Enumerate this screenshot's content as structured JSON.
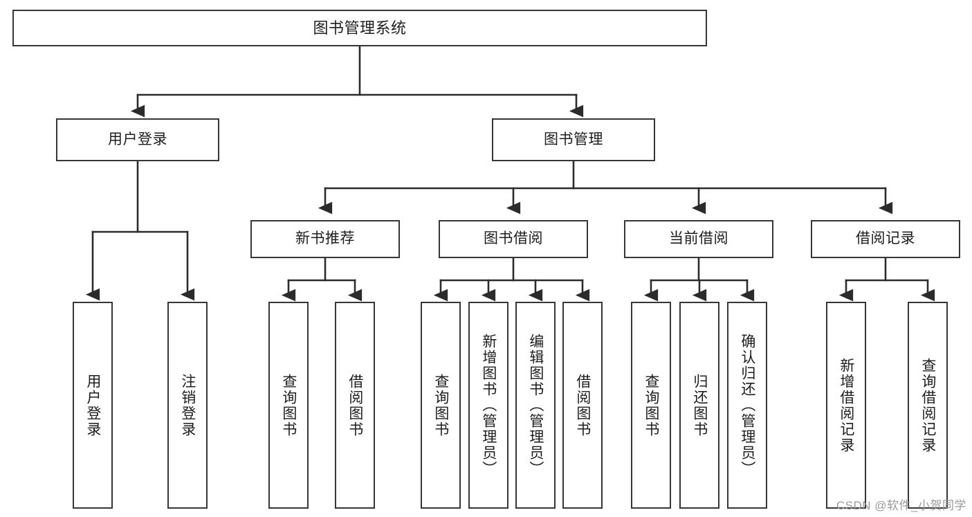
{
  "diagram": {
    "title": "图书管理系统",
    "type": "tree",
    "colors": {
      "box_border": "#33363b",
      "box_fill": "#ffffff",
      "edge": "#2b2b2b",
      "text": "#1d1d1d",
      "watermark": "#9a9a9a",
      "background": "#ffffff"
    },
    "watermark": "CSDN @软件_小贺同学",
    "root": {
      "id": "root",
      "label": "图书管理系统"
    },
    "level2": [
      {
        "id": "user-login",
        "label": "用户登录"
      },
      {
        "id": "book-management",
        "label": "图书管理"
      }
    ],
    "level3": [
      {
        "id": "new-book-recommend",
        "label": "新书推荐",
        "parent": "book-management"
      },
      {
        "id": "book-borrow",
        "label": "图书借阅",
        "parent": "book-management"
      },
      {
        "id": "current-borrow",
        "label": "当前借阅",
        "parent": "book-management"
      },
      {
        "id": "borrow-record",
        "label": "借阅记录",
        "parent": "book-management"
      }
    ],
    "leaves": {
      "user-login": [
        {
          "id": "leaf-user-login",
          "label": "用户登录"
        },
        {
          "id": "leaf-logout-login",
          "label": "注销登录"
        }
      ],
      "new-book-recommend": [
        {
          "id": "leaf-query-book-1",
          "label": "查询图书"
        },
        {
          "id": "leaf-borrow-book-1",
          "label": "借阅图书"
        }
      ],
      "book-borrow": [
        {
          "id": "leaf-query-book-2",
          "label": "查询图书"
        },
        {
          "id": "leaf-add-book",
          "label": "新增图书（管理员）"
        },
        {
          "id": "leaf-edit-book",
          "label": "编辑图书（管理员）"
        },
        {
          "id": "leaf-borrow-book-2",
          "label": "借阅图书"
        }
      ],
      "current-borrow": [
        {
          "id": "leaf-query-book-3",
          "label": "查询图书"
        },
        {
          "id": "leaf-return-book",
          "label": "归还图书"
        },
        {
          "id": "leaf-confirm-return",
          "label": "确认归还（管理员）"
        }
      ],
      "borrow-record": [
        {
          "id": "leaf-add-record",
          "label": "新增借阅记录"
        },
        {
          "id": "leaf-query-record",
          "label": "查询借阅记录"
        }
      ]
    }
  }
}
